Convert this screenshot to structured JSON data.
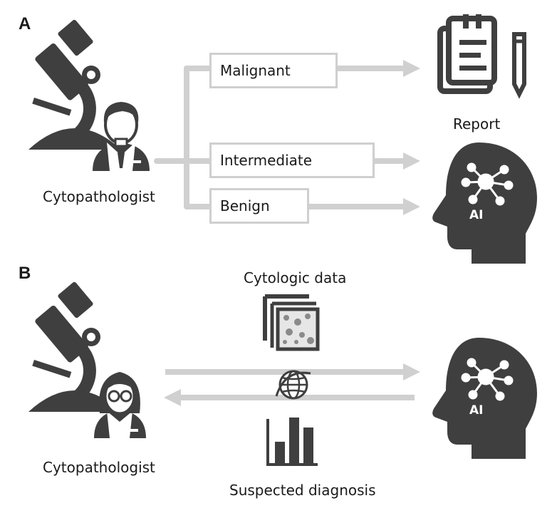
{
  "panel_a": {
    "label": "A",
    "actor_label": "Cytopathologist",
    "categories": [
      "Malignant",
      "Intermediate",
      "Benign"
    ],
    "report_label": "Report",
    "ai_label": "AI"
  },
  "panel_b": {
    "label": "B",
    "actor_label": "Cytopathologist",
    "data_label": "Cytologic data",
    "diagnosis_label": "Suspected diagnosis",
    "ai_label": "AI"
  },
  "colors": {
    "icon": "#3f3f3f",
    "connector": "#d0d0d0"
  }
}
